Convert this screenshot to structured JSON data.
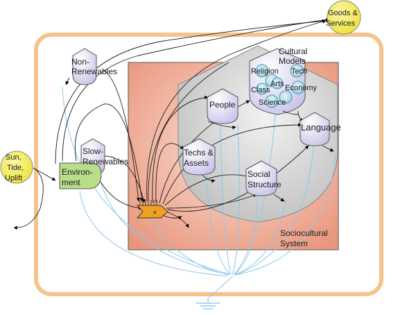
{
  "diagram": {
    "sun_source": [
      "Sun,",
      "Tide,",
      "Uplift"
    ],
    "goods_services": [
      "Goods &",
      "Services"
    ],
    "non_renewables": [
      "Non-",
      "Renewables"
    ],
    "slow_renewables": [
      "Slow-",
      "Renewables"
    ],
    "environment": [
      "Environ-",
      "ment"
    ],
    "people": "People",
    "techs_assets": [
      "Techs &",
      "Assets"
    ],
    "social_structure": [
      "Social",
      "Structure"
    ],
    "language": "Language",
    "cultural_models": [
      "Cultural",
      "Models"
    ],
    "cultural_items": {
      "religion": "Religion",
      "tech": "Tech",
      "arts": "Arts",
      "class": "Class",
      "economy": "Economy",
      "science": "Science"
    },
    "sociocultural_system": [
      "Sociocultural",
      "System"
    ]
  },
  "colors": {
    "boundary": "#f5c48c",
    "system_fill": "#eba08a",
    "hull_fill": "#d0d0d0",
    "node_fill": "#d2d0ec",
    "source_fill": "#f2ec3c",
    "environment_fill": "#b8de8a",
    "heat_flow": "#8cc8e8",
    "flow": "#000000",
    "workgate": "#f0a020"
  }
}
